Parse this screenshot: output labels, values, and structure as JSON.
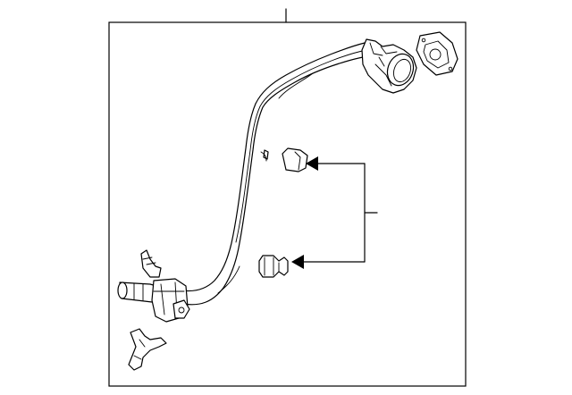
{
  "diagram": {
    "type": "exploded-parts-diagram",
    "callouts": [],
    "parts": [
      {
        "name": "fuel-filler-neck",
        "icon": "filler-pipe-icon"
      },
      {
        "name": "filler-cap-housing",
        "icon": "housing-icon"
      },
      {
        "name": "mounting-gasket",
        "icon": "gasket-icon"
      },
      {
        "name": "hose-clamp-upper",
        "icon": "clamp-icon"
      },
      {
        "name": "hose-clamp-lower",
        "icon": "clamp-icon"
      },
      {
        "name": "mounting-bracket",
        "icon": "bracket-icon"
      }
    ],
    "colors": {
      "line": "#000000",
      "background": "#ffffff"
    }
  }
}
